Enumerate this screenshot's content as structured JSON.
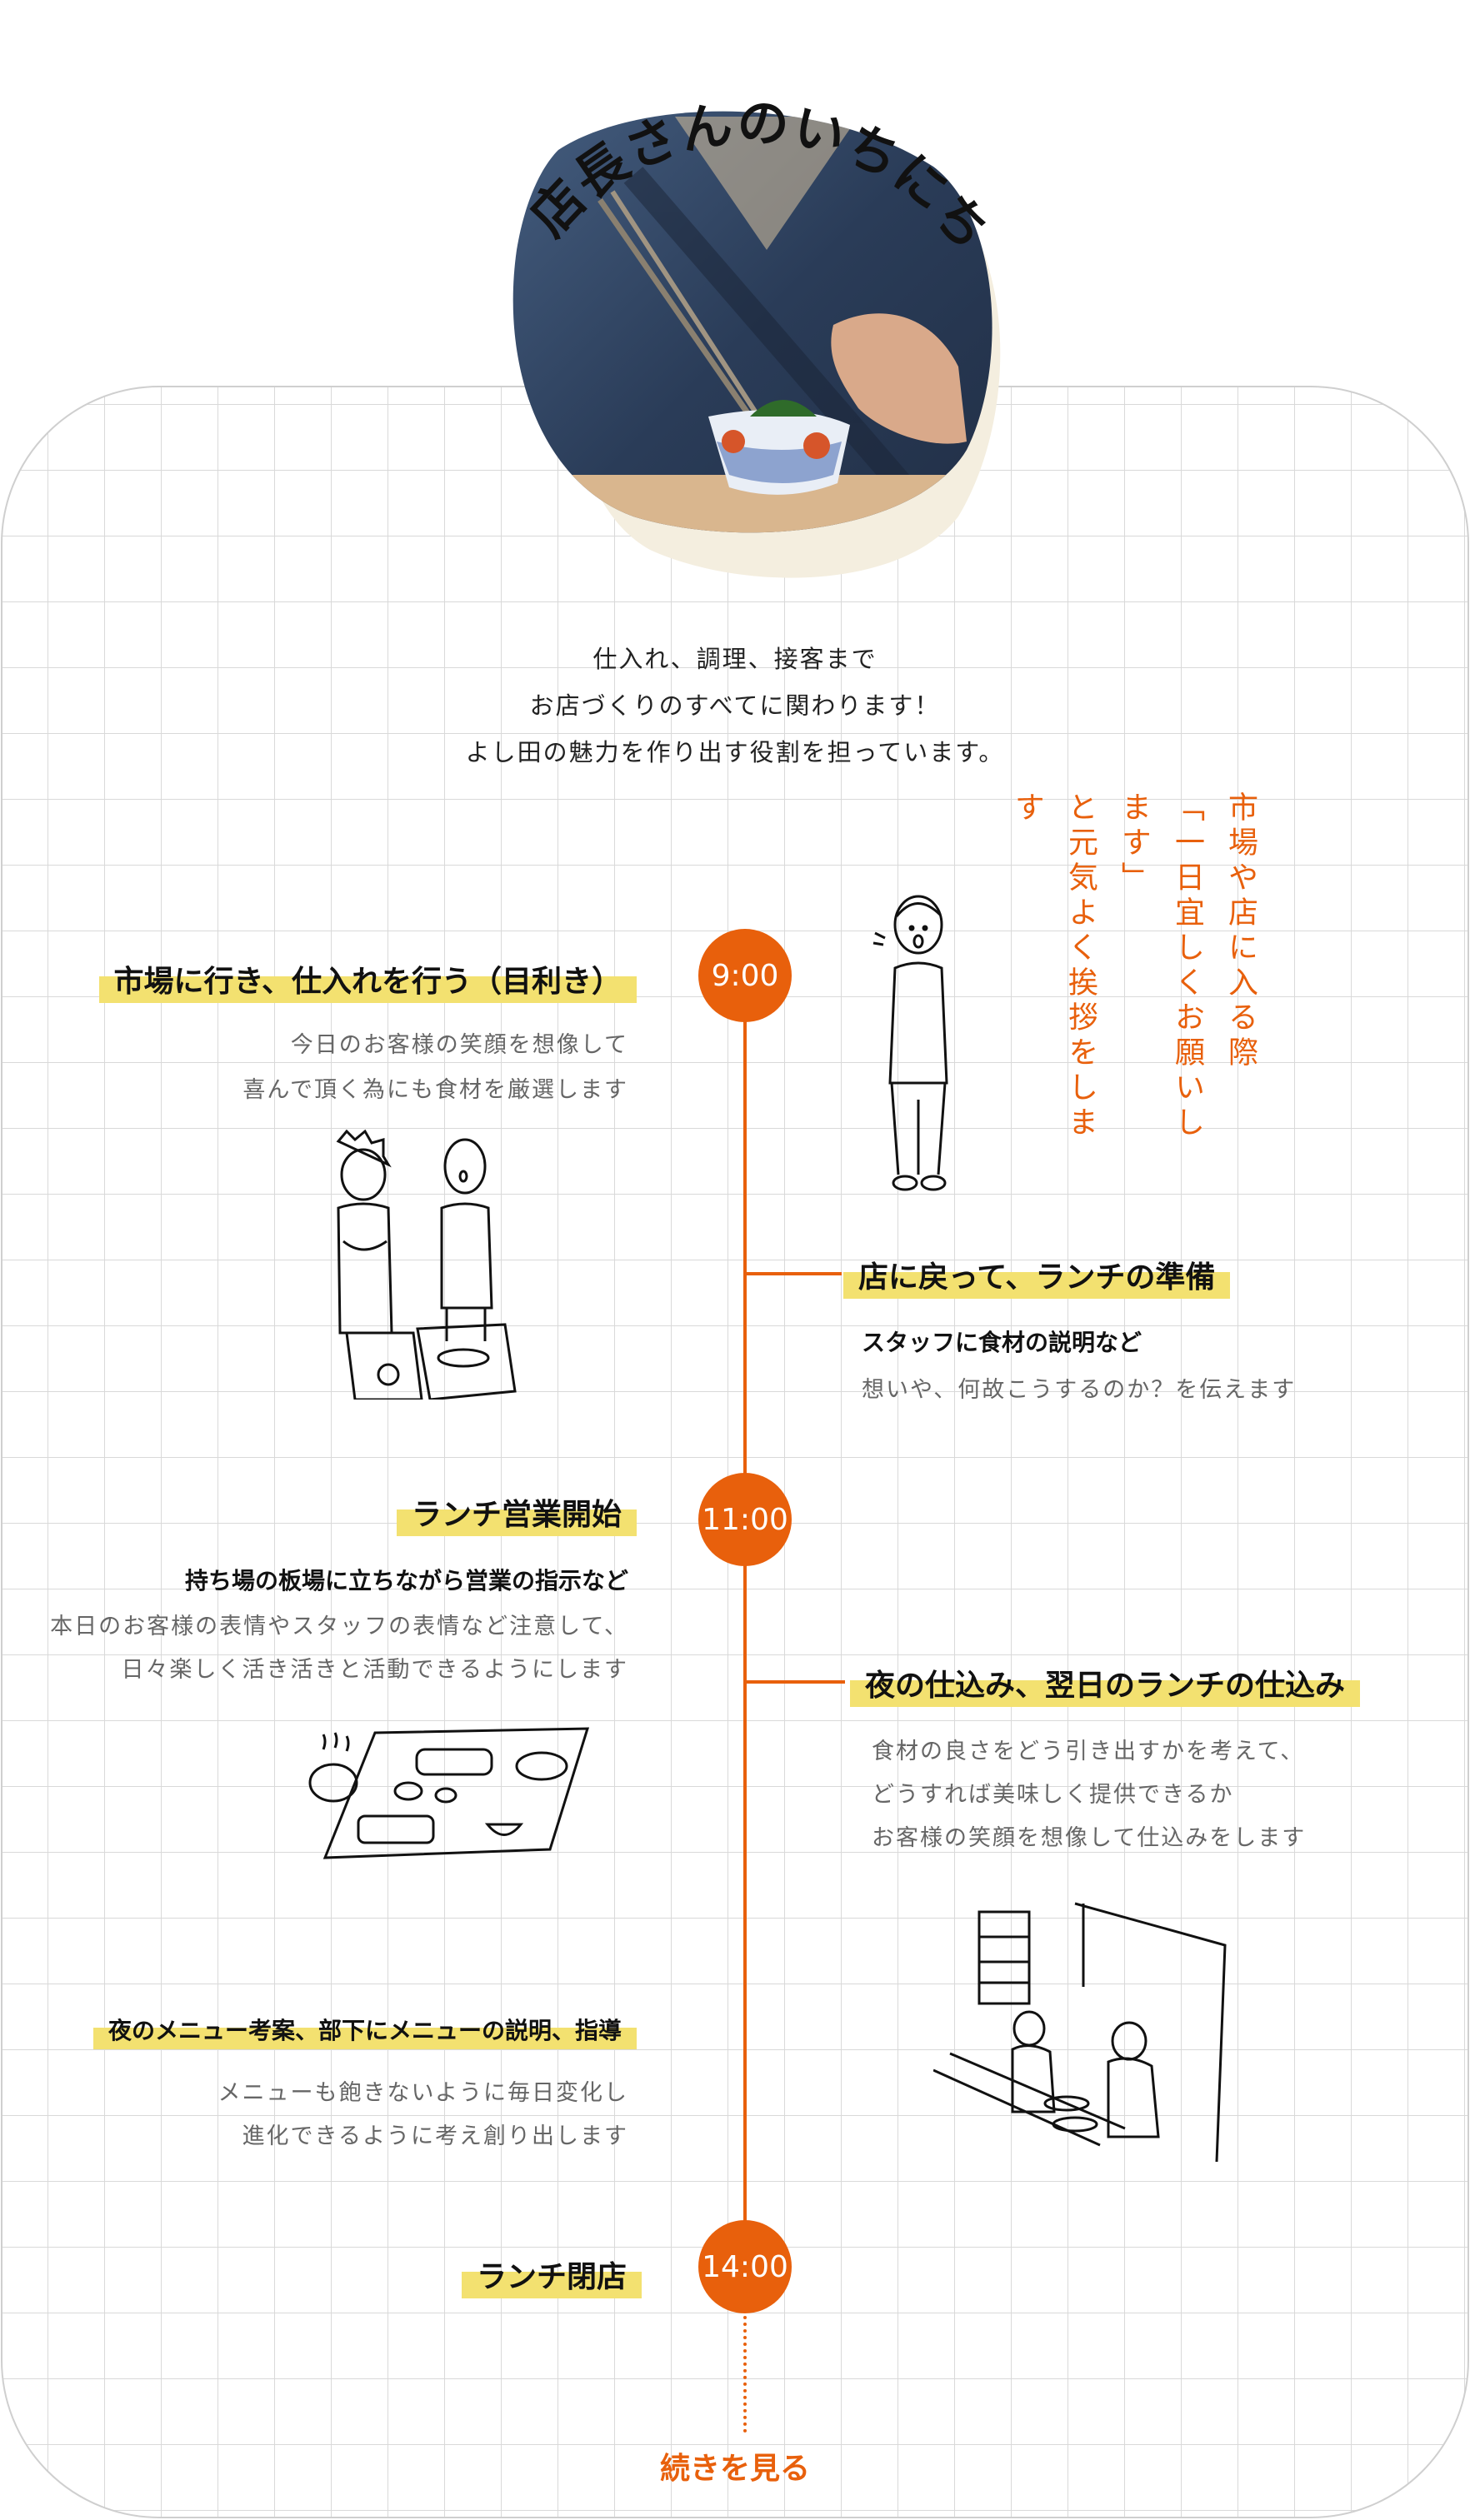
{
  "header": {
    "title": "店長さんのいちにち"
  },
  "intro": [
    "仕入れ、調理、接客まで",
    "お店づくりのすべてに関わります！",
    "よし田の魅力を作り出す役割を担っています。"
  ],
  "note": {
    "lines": [
      "市場や店に入る際",
      "「一日宜しくお願いします」",
      "と元気よく挨拶をします"
    ]
  },
  "timeline": {
    "t900": {
      "time": "9:00",
      "heading": "市場に行き、仕入れを行う（目利き）",
      "text": [
        "今日のお客様の笑顔を想像して",
        "喜んで頂く為にも食材を厳選します"
      ]
    },
    "prep": {
      "heading": "店に戻って、ランチの準備",
      "bold": "スタッフに食材の説明など",
      "text": [
        "想いや、何故こうするのか？を伝えます"
      ]
    },
    "t1100": {
      "time": "11:00",
      "heading": "ランチ営業開始",
      "bold": "持ち場の板場に立ちながら営業の指示など",
      "text": [
        "本日のお客様の表情やスタッフの表情など注意して、",
        "日々楽しく活き活きと活動できるようにします"
      ]
    },
    "night": {
      "heading": "夜の仕込み、翌日のランチの仕込み",
      "text": [
        "食材の良さをどう引き出すかを考えて、",
        "どうすれば美味しく提供できるか",
        "お客様の笑顔を想像して仕込みをします"
      ]
    },
    "menu": {
      "heading": "夜のメニュー考案、部下にメニューの説明、指導",
      "text": [
        "メニューも飽きないように毎日変化し",
        "進化できるように考え創り出します"
      ]
    },
    "t1400": {
      "time": "14:00",
      "heading": "ランチ閉店"
    }
  },
  "more_label": "続きを見る",
  "colors": {
    "accent": "#e8600c",
    "highlight": "#f3e170"
  }
}
